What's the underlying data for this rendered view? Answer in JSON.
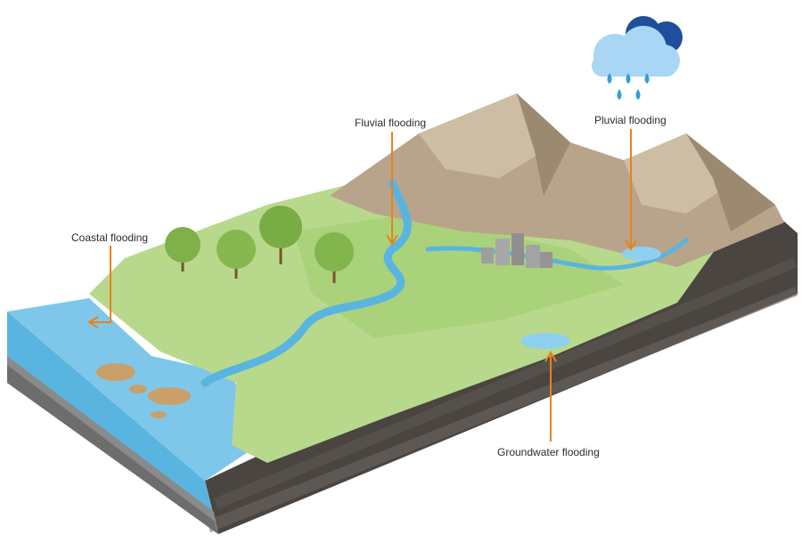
{
  "labels": {
    "fluvial": "Fluvial flooding",
    "pluvial": "Pluvial flooding",
    "coastal": "Coastal flooding",
    "groundwater": "Groundwater flooding"
  },
  "colors": {
    "arrow": "#e8821e",
    "sea": "#5ab4e0",
    "grass": "#b8d98c",
    "mountain": "#b8a48a",
    "soil": "#4a4540",
    "cloud": "#a9d6f5",
    "cloud_dark": "#1f4f9a",
    "rain": "#2e9fe0"
  },
  "icons": [
    "cloud-icon",
    "raindrop-icon",
    "tree-icon",
    "city-icon"
  ]
}
